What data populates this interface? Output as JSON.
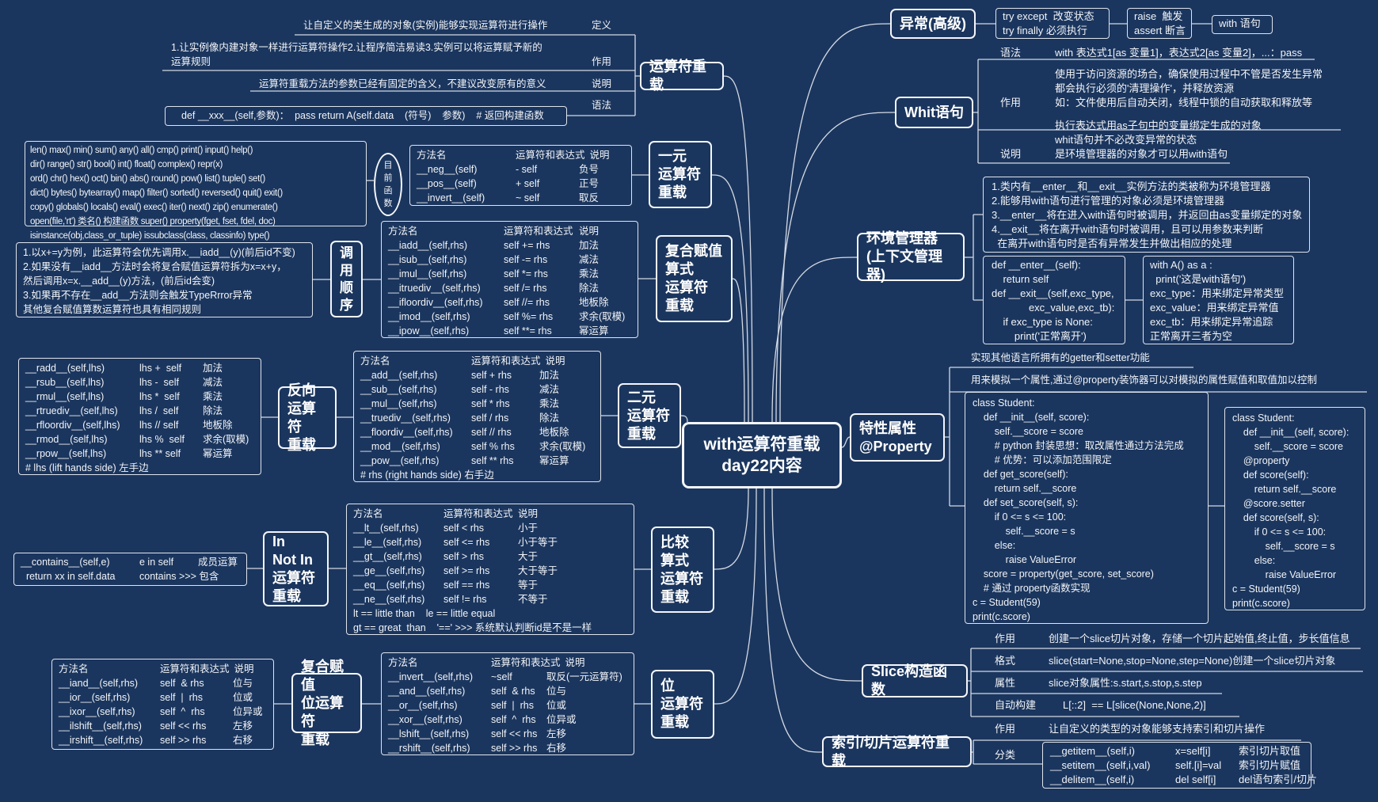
{
  "center": {
    "line1": "with运算符重载",
    "line2": "day22内容"
  },
  "operator_overload": {
    "title": "运算符重载",
    "definition": {
      "label": "定义",
      "text": "让自定义的类生成的对象(实例)能够实现运算符进行操作"
    },
    "purpose": {
      "label": "作用",
      "lines": [
        "1.让实例像内建对象一样进行运算符操作2.让程序简洁易读3.实例可以将运算赋予新的",
        "运算规则"
      ]
    },
    "note": {
      "label": "说明",
      "text": "运算符重载方法的参数已经有固定的含义，不建议改变原有的意义"
    },
    "syntax": {
      "label": "语法",
      "text": "def __xxx__(self,参数)：  pass return A(self.data    (符号)    参数)    # 返回构建函数"
    }
  },
  "builtin_functions": {
    "label": [
      "目",
      "前",
      "函",
      "数"
    ],
    "lines": [
      "len() max() min() sum() any() all() cmp() print() input() help()",
      "dir() range() str() bool() int() float() complex() repr(x)",
      "ord() chr() hex() oct() bin() abs() round() pow() list() tuple() set()",
      "dict() bytes() bytearray() map() filter() sorted() reversed() quit() exit()",
      "copy() globals() locals() eval() exec() iter() next() zip() enumerate()",
      "open(file,'rt') 类名() 构建函数 super() property(fget, fset, fdel, doc)",
      "isinstance(obj,class_or_tuple) issubclass(class, classinfo) type()"
    ]
  },
  "unary": {
    "title": [
      "一元",
      "运算符",
      "重载"
    ],
    "table": {
      "header": [
        "方法名",
        "运算符和表达式",
        "说明"
      ],
      "rows": [
        [
          "__neg__(self)",
          "- self",
          "负号"
        ],
        [
          "__pos__(self)",
          "+ self",
          "正号"
        ],
        [
          "__invert__(self)",
          "~ self",
          "取反"
        ]
      ]
    }
  },
  "compound_assign": {
    "title": [
      "复合赋值",
      "算式",
      "运算符",
      "重载"
    ],
    "table": {
      "header": [
        "方法名",
        "运算符和表达式",
        "说明"
      ],
      "rows": [
        [
          "__iadd__(self,rhs)",
          "self += rhs",
          "加法"
        ],
        [
          "__isub__(self,rhs)",
          "self -= rhs",
          "减法"
        ],
        [
          "__imul__(self,rhs)",
          "self *= rhs",
          "乘法"
        ],
        [
          "__itruediv__(self,rhs)",
          "self /= rhs",
          "除法"
        ],
        [
          "__ifloordiv__(self,rhs)",
          "self //= rhs",
          "地板除"
        ],
        [
          "__imod__(self,rhs)",
          "self %= rhs",
          "求余(取模)"
        ],
        [
          "__ipow__(self,rhs)",
          "self **= rhs",
          "幂运算"
        ]
      ]
    }
  },
  "call_order": {
    "title": [
      "调",
      "用",
      "顺",
      "序"
    ],
    "lines": [
      "1.以x+=y为例，此运算符会优先调用x.__iadd__(y)(前后id不变)",
      "2.如果没有__iadd__方法时会将复合赋值运算符拆为x=x+y，",
      "然后调用x=x.__add__(y)方法，(前后id会变)",
      "3.如果再不存在__add__方法则会触发TypeRrror异常",
      "其他复合赋值算数运算符也具有相同规则"
    ]
  },
  "binary": {
    "title": [
      "二元",
      "运算符",
      "重载"
    ],
    "table": {
      "header": [
        "方法名",
        "运算符和表达式",
        "说明"
      ],
      "rows": [
        [
          "__add__(self,rhs)",
          "self + rhs",
          "加法"
        ],
        [
          "__sub__(self,rhs)",
          "self - rhs",
          "减法"
        ],
        [
          "__mul__(self,rhs)",
          "self * rhs",
          "乘法"
        ],
        [
          "__truediv__(self,rhs)",
          "self / rhs",
          "除法"
        ],
        [
          "__floordiv__(self,rhs)",
          "self // rhs",
          "地板除"
        ],
        [
          "__mod__(self,rhs)",
          "self % rhs",
          "求余(取模)"
        ],
        [
          "__pow__(self,rhs)",
          "self ** rhs",
          "幂运算"
        ]
      ],
      "footer": [
        "# rhs (right hands side) 右手边"
      ]
    }
  },
  "reverse": {
    "title": [
      "反向",
      "运算符",
      "重载"
    ],
    "table": {
      "rows": [
        [
          "__radd__(self,lhs)",
          "lhs +  self",
          "加法"
        ],
        [
          "__rsub__(self,lhs)",
          "lhs -  self",
          "减法"
        ],
        [
          "__rmul__(self,lhs)",
          "lhs *  self",
          "乘法"
        ],
        [
          "__rtruediv__(self,lhs)",
          "lhs /  self",
          "除法"
        ],
        [
          "__rfloordiv__(self,lhs)",
          "lhs // self",
          "地板除"
        ],
        [
          "__rmod__(self,lhs)",
          "lhs %  self",
          "求余(取模)"
        ],
        [
          "__rpow__(self,lhs)",
          "lhs ** self",
          "幂运算"
        ]
      ],
      "footer": [
        "# lhs (lift hands side) 左手边"
      ]
    }
  },
  "comparison": {
    "title": [
      "比较",
      "算式",
      "运算符",
      "重载"
    ],
    "table": {
      "header": [
        "方法名",
        "运算符和表达式",
        "说明"
      ],
      "rows": [
        [
          "__lt__(self,rhs)",
          "self < rhs",
          "小于"
        ],
        [
          "__le__(self,rhs)",
          "self <= rhs",
          "小于等于"
        ],
        [
          "__gt__(self,rhs)",
          "self > rhs",
          "大于"
        ],
        [
          "__ge__(self,rhs)",
          "self >= rhs",
          "大于等于"
        ],
        [
          "__eq__(self,rhs)",
          "self == rhs",
          "等于"
        ],
        [
          "__ne__(self,rhs)",
          "self != rhs",
          "不等于"
        ]
      ],
      "footer": [
        "lt == little than    le == little equal",
        "gt == great  than    '==' >>> 系统默认判断id是不是一样"
      ]
    }
  },
  "in_not_in": {
    "title": [
      "In",
      "Not In",
      "运算符",
      "重载"
    ],
    "table": {
      "rows": [
        [
          "__contains__(self,e)",
          "e in self",
          "成员运算"
        ],
        [
          "  return xx in self.data",
          "contains >>> 包含",
          ""
        ]
      ]
    }
  },
  "bitwise": {
    "title": [
      "位",
      "运算符",
      "重载"
    ],
    "table": {
      "header": [
        "方法名",
        "运算符和表达式",
        "说明"
      ],
      "rows": [
        [
          "__invert__(self,rhs)",
          "~self",
          "取反(一元运算符)"
        ],
        [
          "__and__(self,rhs)",
          "self  & rhs",
          "位与"
        ],
        [
          "__or__(self,rhs)",
          "self  |  rhs",
          "位或"
        ],
        [
          "__xor__(self,rhs)",
          "self  ^  rhs",
          "位异或"
        ],
        [
          "__lshift__(self,rhs)",
          "self << rhs",
          "左移"
        ],
        [
          "__rshift__(self,rhs)",
          "self >> rhs",
          "右移"
        ]
      ]
    }
  },
  "compound_bitwise": {
    "title": [
      "复合赋值",
      "位运算符",
      "重载"
    ],
    "table": {
      "header": [
        "方法名",
        "运算符和表达式",
        "说明"
      ],
      "rows": [
        [
          "__iand__(self,rhs)",
          "self  & rhs",
          "位与"
        ],
        [
          "__ior__(self,rhs)",
          "self  |  rhs",
          "位或"
        ],
        [
          "__ixor__(self,rhs)",
          "self  ^  rhs",
          "位异或"
        ],
        [
          "__ilshift__(self,rhs)",
          "self << rhs",
          "左移"
        ],
        [
          "__irshift__(self,rhs)",
          "self >> rhs",
          "右移"
        ]
      ]
    }
  },
  "exception": {
    "title": "异常(高级)",
    "box1": [
      "try except  改变状态",
      "try finally 必须执行"
    ],
    "box2": [
      "raise  触发",
      "assert 断言"
    ],
    "box3": "with 语句"
  },
  "with_stmt": {
    "title": "Whit语句",
    "syntax": {
      "label": "语法",
      "text": "with 表达式1[as 变量1]，表达式2[as 变量2]，...：pass"
    },
    "purpose": {
      "label": "作用",
      "lines": [
        "使用于访问资源的场合，确保使用过程中不管是否发生异常",
        "都会执行必须的'清理操作'，并释放资源",
        "如：文件使用后自动关闭，线程中锁的自动获取和释放等"
      ]
    },
    "note": {
      "label": "说明",
      "lines": [
        "执行表达式用as子句中的变量绑定生成的对象",
        "whit语句并不必改变异常的状态",
        "是环境管理器的对象才可以用with语句"
      ]
    }
  },
  "context_manager": {
    "title": [
      "环境管理器",
      "(上下文管理器)"
    ],
    "rules": [
      "1.类内有__enter__和__exit__实例方法的类被称为环境管理器",
      "2.能够用with语句进行管理的对象必须是环境管理器",
      "3.__enter__将在进入with语句时被调用，并返回由as变量绑定的对象",
      "4.__exit__将在离开with语句时被调用，且可以用参数来判断",
      "  在离开with语句时是否有异常发生并做出相应的处理"
    ],
    "code": [
      "def __enter__(self):",
      "    return self",
      "def __exit__(self,exc_type,",
      "             exc_value,exc_tb):",
      "    if exc_type is None:",
      "        print('正常离开')"
    ],
    "usage": [
      "with A() as a :",
      "  print('这是with语句')",
      "exc_type：用来绑定异常类型",
      "exc_value：用来绑定异常值",
      "exc_tb：用来绑定异常追踪",
      "正常离开三者为空"
    ]
  },
  "property": {
    "title": [
      "特性属性",
      "@Property"
    ],
    "line1": "实现其他语言所拥有的getter和setter功能",
    "line2": "用来模拟一个属性,通过@property装饰器可以对模拟的属性赋值和取值加以控制",
    "code1": [
      "class Student:",
      "    def __init__(self, score):",
      "        self.__score = score",
      "        # python 封装思想：取改属性通过方法完成",
      "        # 优势：可以添加范围限定",
      "    def get_score(self):",
      "        return self.__score",
      "    def set_score(self, s):",
      "        if 0 <= s <= 100:",
      "            self.__score = s",
      "        else:",
      "            raise ValueError",
      "    score = property(get_score, set_score)",
      "    # 通过 property函数实现",
      "c = Student(59)",
      "print(c.score)"
    ],
    "code2": [
      "class Student:",
      "    def __init__(self, score):",
      "        self.__score = score",
      "    @property",
      "    def score(self):",
      "        return self.__score",
      "    @score.setter",
      "    def score(self, s):",
      "        if 0 <= s <= 100:",
      "            self.__score = s",
      "        else:",
      "            raise ValueError",
      "c = Student(59)",
      "print(c.score)"
    ]
  },
  "slice": {
    "title": "Slice构造函数",
    "items": [
      {
        "label": "作用",
        "text": "创建一个slice切片对象，存储一个切片起始值,终止值，步长值信息"
      },
      {
        "label": "格式",
        "text": "slice(start=None,stop=None,step=None)创建一个slice切片对象"
      },
      {
        "label": "属性",
        "text": "slice对象属性:s.start,s.stop,s.step"
      },
      {
        "label": "自动构建",
        "text": "     L[::2]  == L[slice(None,None,2)]"
      }
    ]
  },
  "index_slice": {
    "title": "索引/切片运算符重载",
    "purpose": {
      "label": "作用",
      "text": "让自定义的类型的对象能够支持索引和切片操作"
    },
    "category": {
      "label": "分类",
      "rows": [
        [
          "__getitem__(self,i)",
          "x=self[i]",
          "索引切片取值"
        ],
        [
          "__setitem__(self,i,val)",
          "self.[i]=val",
          "索引切片赋值"
        ],
        [
          "__delitem__(self,i)",
          "del self[i]",
          "del语句索引/切片"
        ]
      ]
    }
  }
}
